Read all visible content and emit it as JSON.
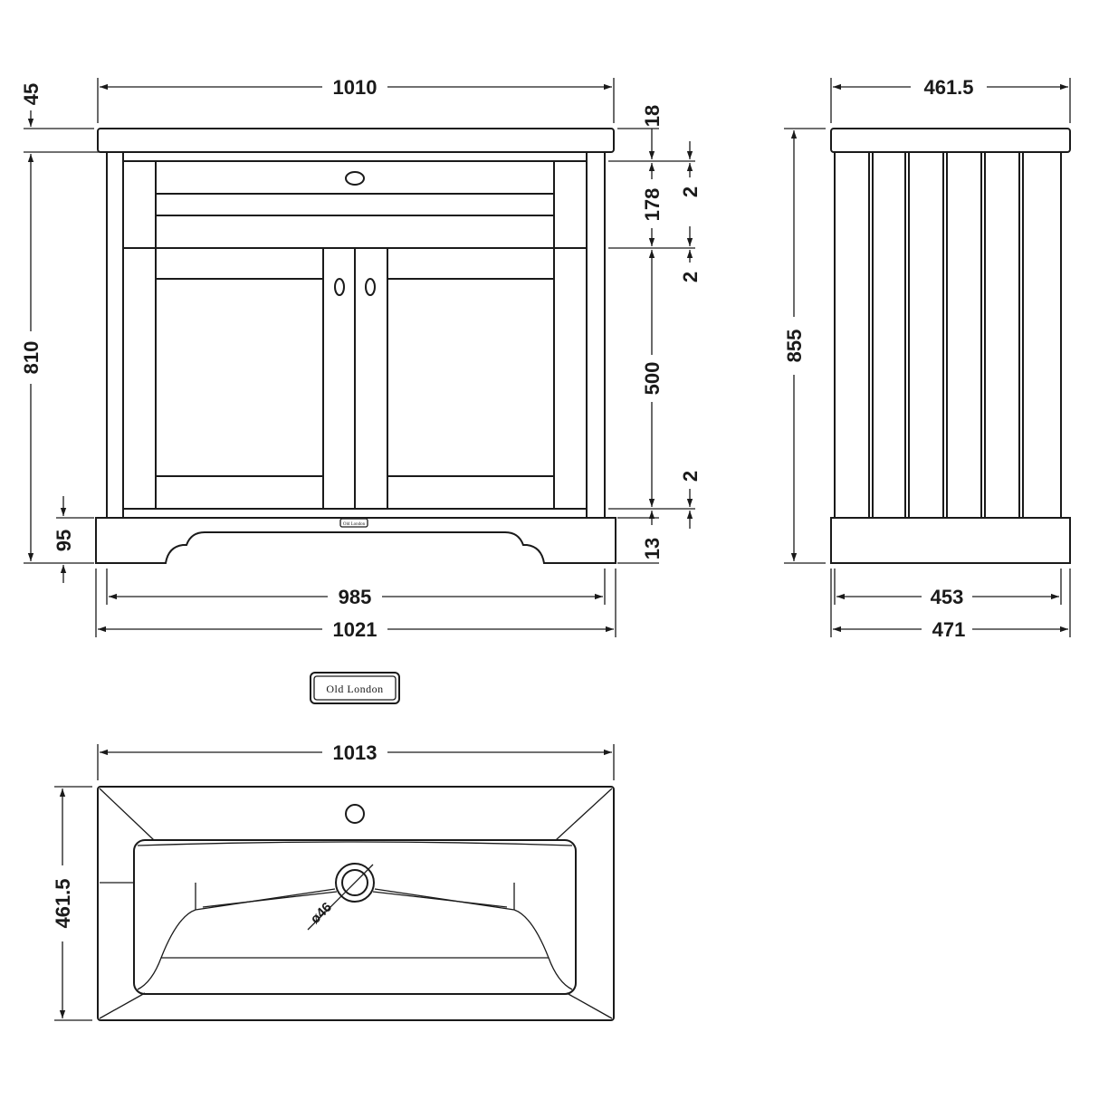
{
  "front_view": {
    "dims": {
      "overall_width": "1010",
      "top_thickness": "45",
      "top_lip": "18",
      "drawer_height": "178",
      "gap_a": "2",
      "gap_b": "2",
      "door_height": "500",
      "gap_c": "2",
      "body_height": "810",
      "plinth_height": "95",
      "plinth_offset": "13",
      "body_width": "985",
      "base_width": "1021"
    },
    "badge_text": "Old London"
  },
  "side_view": {
    "dims": {
      "top_depth": "461.5",
      "overall_height": "855",
      "body_depth": "453",
      "base_depth": "471"
    }
  },
  "logo": {
    "text": "Old London"
  },
  "basin_view": {
    "dims": {
      "width": "1013",
      "depth": "461.5",
      "waste_diameter": "ø46"
    }
  }
}
